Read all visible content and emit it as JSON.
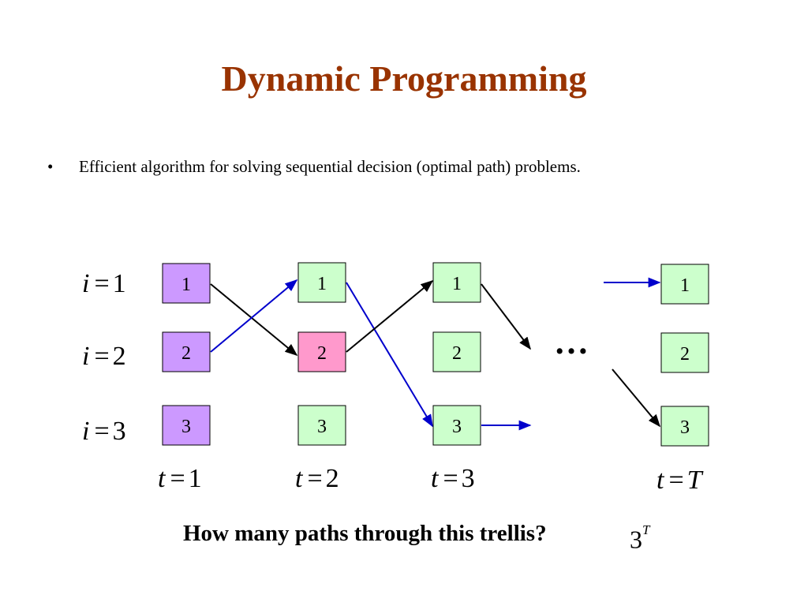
{
  "title": "Dynamic Programming",
  "title_color": "#993300",
  "bullet": {
    "symbol": "•",
    "text": "Efficient algorithm for solving sequential decision (optimal path) problems."
  },
  "row_labels": [
    {
      "var": "i",
      "op": "=",
      "val": "1"
    },
    {
      "var": "i",
      "op": "=",
      "val": "2"
    },
    {
      "var": "i",
      "op": "=",
      "val": "3"
    }
  ],
  "time_labels": [
    {
      "var": "t",
      "op": "=",
      "val": "1"
    },
    {
      "var": "t",
      "op": "=",
      "val": "2"
    },
    {
      "var": "t",
      "op": "=",
      "val": "3"
    },
    {
      "var": "t",
      "op": "=",
      "val": "T"
    }
  ],
  "columns": [
    {
      "nodes": [
        {
          "label": "1",
          "fill": "#cc99ff"
        },
        {
          "label": "2",
          "fill": "#cc99ff"
        },
        {
          "label": "3",
          "fill": "#cc99ff"
        }
      ]
    },
    {
      "nodes": [
        {
          "label": "1",
          "fill": "#ccffcc"
        },
        {
          "label": "2",
          "fill": "#ff99cc"
        },
        {
          "label": "3",
          "fill": "#ccffcc"
        }
      ]
    },
    {
      "nodes": [
        {
          "label": "1",
          "fill": "#ccffcc"
        },
        {
          "label": "2",
          "fill": "#ccffcc"
        },
        {
          "label": "3",
          "fill": "#ccffcc"
        }
      ]
    },
    {
      "nodes": [
        {
          "label": "1",
          "fill": "#ccffcc"
        },
        {
          "label": "2",
          "fill": "#ccffcc"
        },
        {
          "label": "3",
          "fill": "#ccffcc"
        }
      ]
    }
  ],
  "ellipsis": "…",
  "edge_colors": {
    "black": "#000000",
    "blue": "#0000cc"
  },
  "question": "How many paths through this trellis?",
  "answer": {
    "base": "3",
    "exponent": "T"
  }
}
